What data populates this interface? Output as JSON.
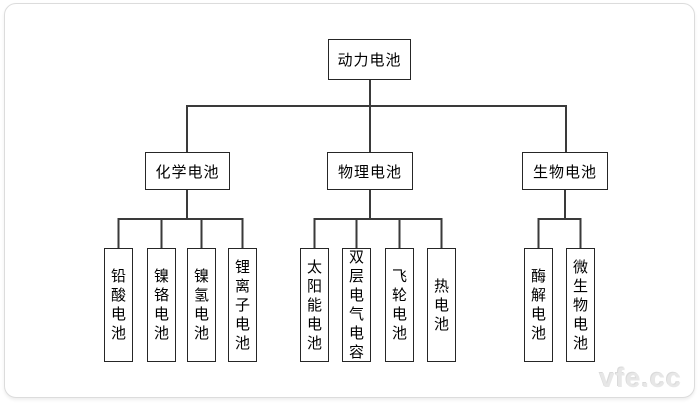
{
  "diagram": {
    "root": {
      "label": "动力电池"
    },
    "groups": [
      {
        "label": "化学电池",
        "children": [
          "铅酸电池",
          "镍铬电池",
          "镍氢电池",
          "锂离子电池"
        ]
      },
      {
        "label": "物理电池",
        "children": [
          "太阳能电池",
          "双层电气电容",
          "飞轮电池",
          "热电池"
        ]
      },
      {
        "label": "生物电池",
        "children": [
          "酶解电池",
          "微生物电池"
        ]
      }
    ]
  },
  "watermark": {
    "text": "vfe.cc"
  },
  "colors": {
    "line": "#3a3a3a",
    "box_border": "#262626",
    "card_border": "#dcdcdc",
    "background": "#ffffff",
    "watermark": "#e7e7e7"
  }
}
